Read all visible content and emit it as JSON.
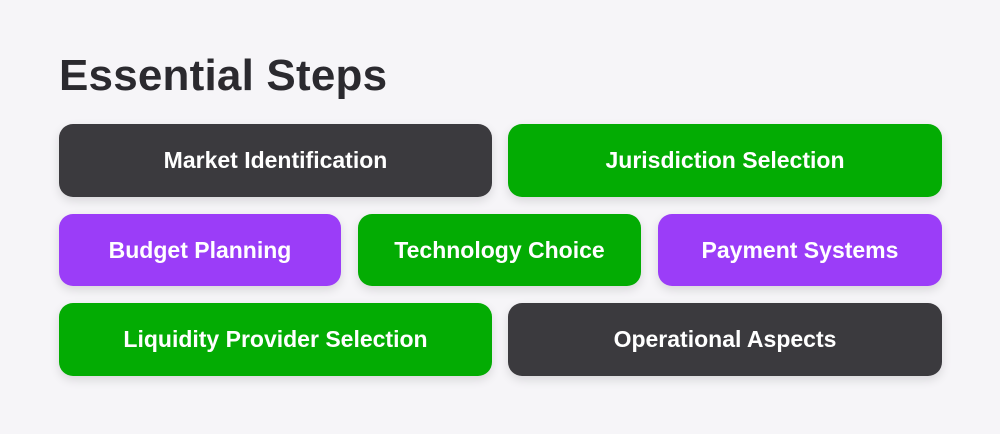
{
  "title": "Essential Steps",
  "colors": {
    "background": "#f6f5f8",
    "dark": "#3b3a3e",
    "green": "#03ac03",
    "purple": "#9b3df8"
  },
  "steps": [
    {
      "label": "Market Identification",
      "color": "dark"
    },
    {
      "label": "Jurisdiction Selection",
      "color": "green"
    },
    {
      "label": "Budget Planning",
      "color": "purple"
    },
    {
      "label": "Technology Choice",
      "color": "green"
    },
    {
      "label": "Payment Systems",
      "color": "purple"
    },
    {
      "label": "Liquidity Provider Selection",
      "color": "green"
    },
    {
      "label": "Operational Aspects",
      "color": "dark"
    }
  ]
}
